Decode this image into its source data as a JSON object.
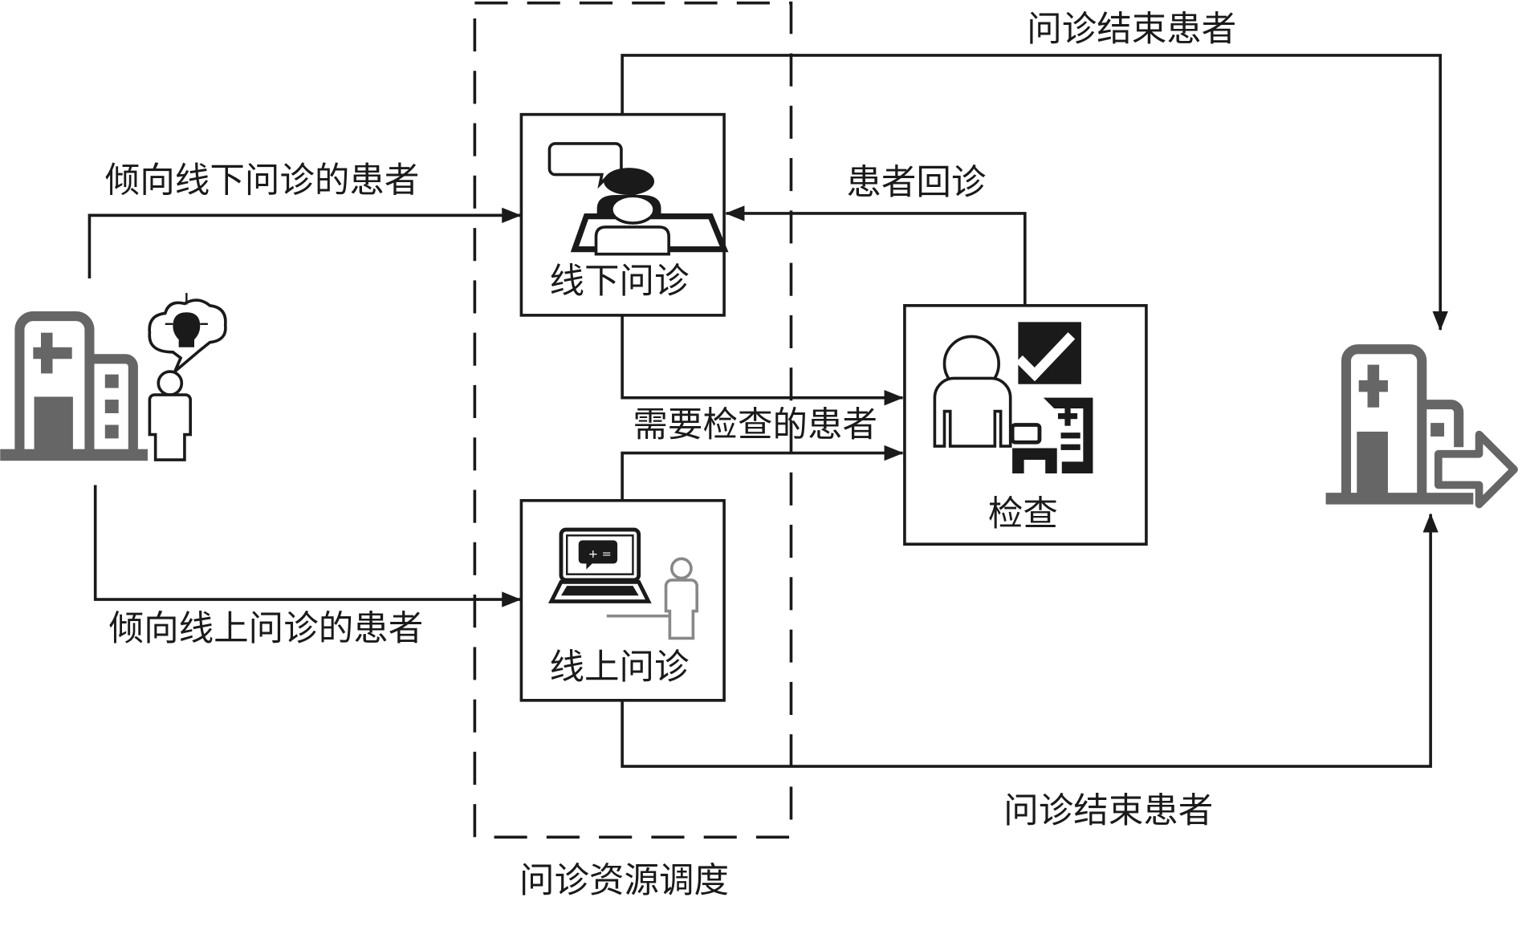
{
  "diagram": {
    "title": "问诊资源调度流程",
    "group_label": "问诊资源调度",
    "nodes": {
      "offline": {
        "label": "线下问诊",
        "icon": "doctor-consultation-icon"
      },
      "online": {
        "label": "线上问诊",
        "icon": "laptop-consultation-icon"
      },
      "exam": {
        "label": "检查",
        "icon": "medical-exam-icon"
      },
      "hospital_in": {
        "icon": "hospital-icon"
      },
      "hospital_out": {
        "icon": "hospital-exit-icon"
      }
    },
    "edges": {
      "to_offline": "倾向线下问诊的患者",
      "to_online": "倾向线上问诊的患者",
      "to_exam": "需要检查的患者",
      "revisit": "患者回诊",
      "done_top": "问诊结束患者",
      "done_bottom": "问诊结束患者"
    },
    "colors": {
      "line": "#1a1a1a",
      "icon_gray": "#666666"
    }
  }
}
